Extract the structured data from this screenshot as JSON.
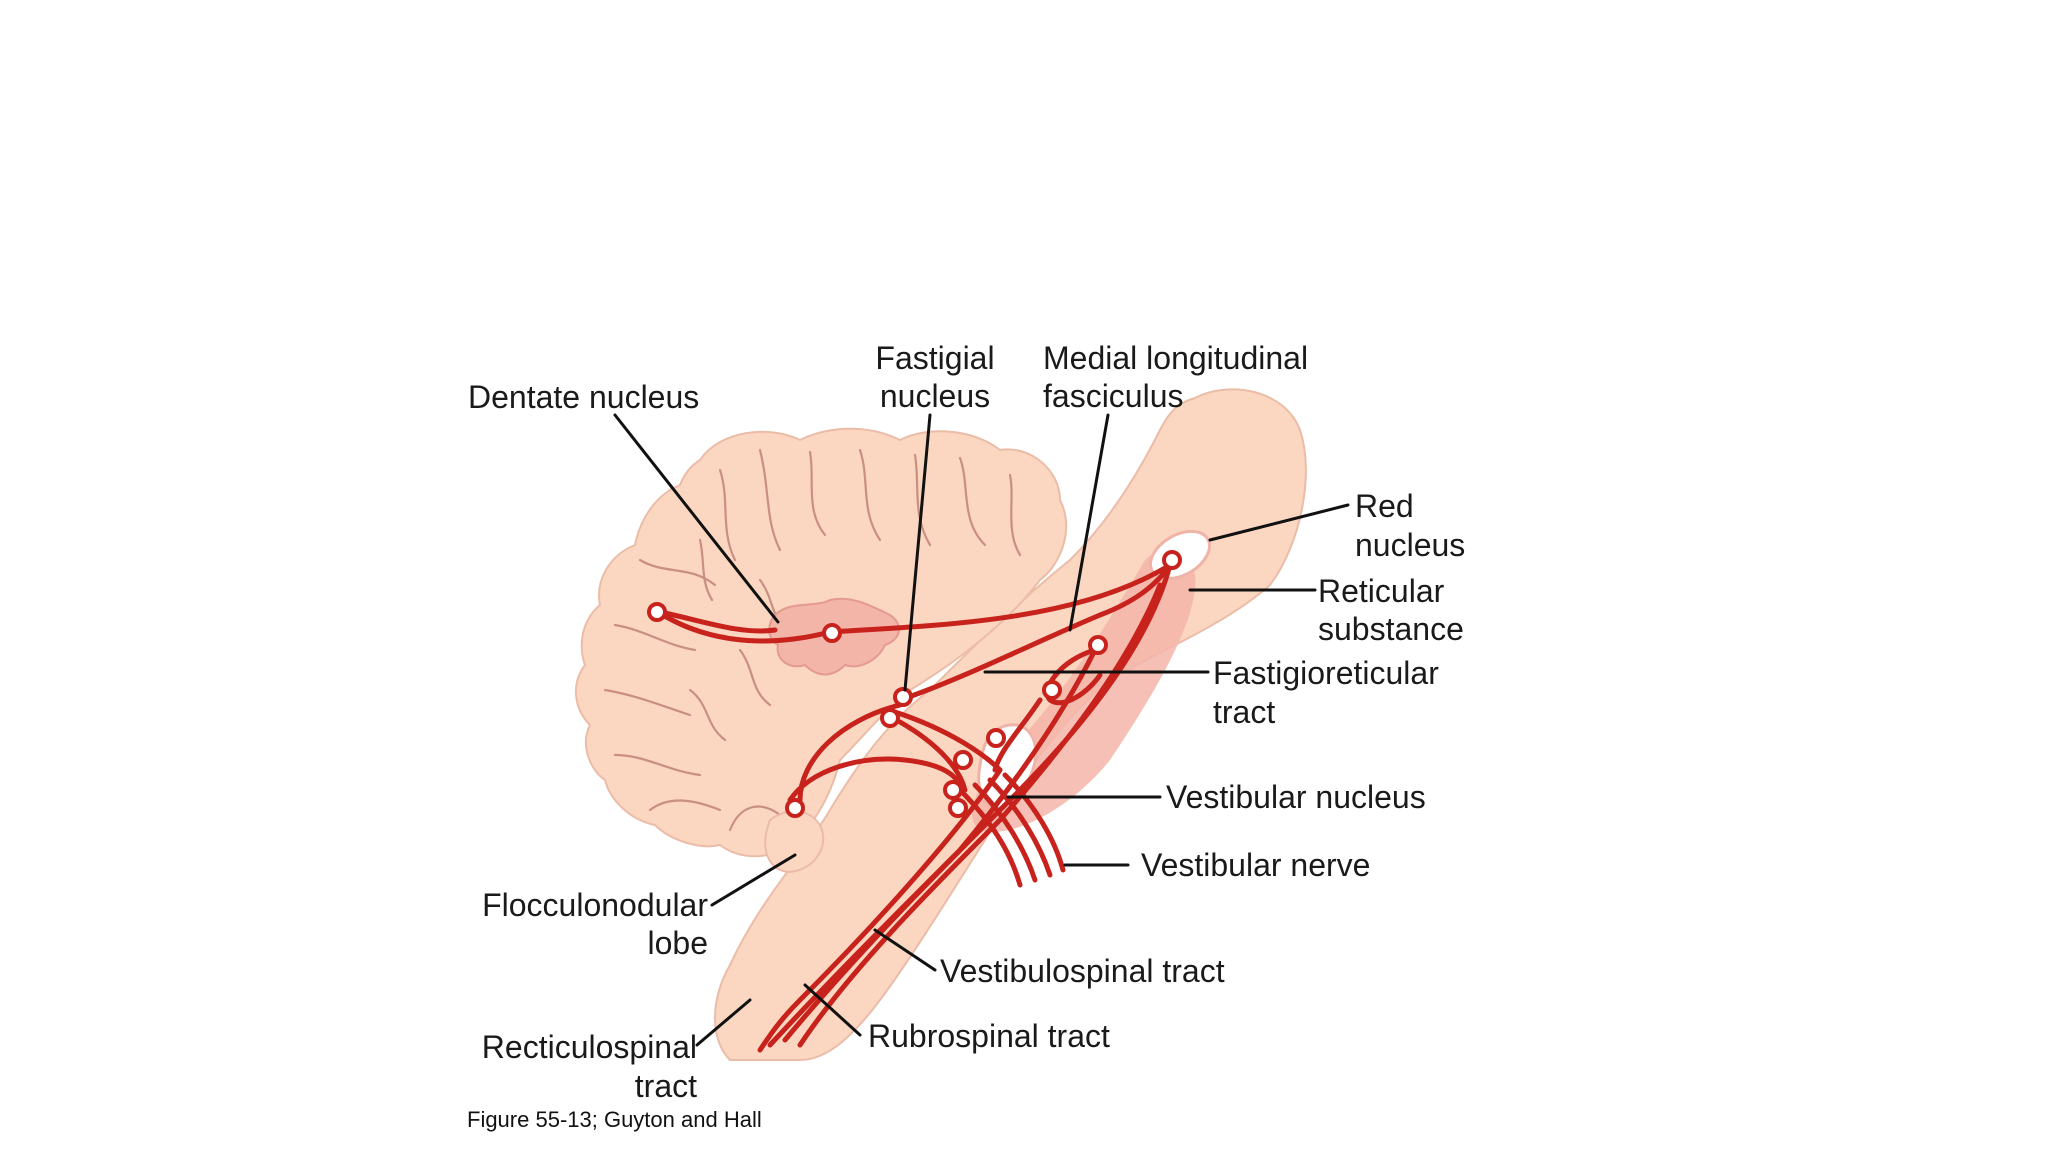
{
  "labels": {
    "dentate": "Dentate nucleus",
    "fastigial_1": "Fastigial",
    "fastigial_2": "nucleus",
    "mlf_1": "Medial longitudinal",
    "mlf_2": "fasciculus",
    "red_1": "Red",
    "red_2": "nucleus",
    "reticular_1": "Reticular",
    "reticular_2": "substance",
    "fastigioreticular_1": "Fastigioreticular",
    "fastigioreticular_2": "tract",
    "vestibular_nucleus": "Vestibular nucleus",
    "vestibular_nerve": "Vestibular nerve",
    "flocculonodular_1": "Flocculonodular",
    "flocculonodular_2": "lobe",
    "vestibulospinal": "Vestibulospinal tract",
    "rubrospinal": "Rubrospinal tract",
    "recticulospinal_1": "Recticulospinal",
    "recticulospinal_2": "tract"
  },
  "caption": "Figure 55-13; Guyton and Hall",
  "colors": {
    "tissue": "#fbd7c1",
    "tissue_outline": "#e9b8a4",
    "nucleus_region": "#f3b7ad",
    "fiber": "#c8221d",
    "text": "#1a1a1a"
  }
}
